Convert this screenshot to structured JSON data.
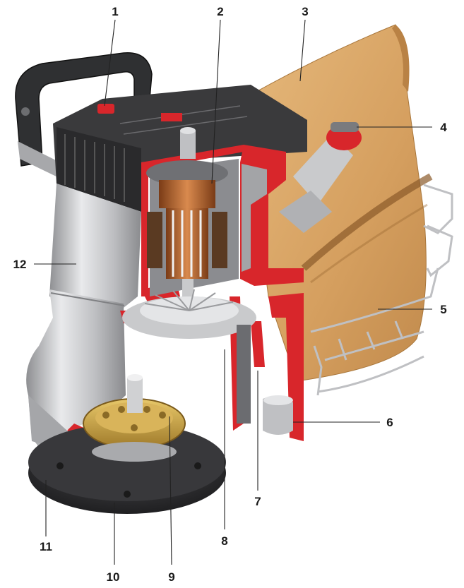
{
  "callouts": [
    {
      "label": "1"
    },
    {
      "label": "2"
    },
    {
      "label": "3"
    },
    {
      "label": "4"
    },
    {
      "label": "5"
    },
    {
      "label": "6"
    },
    {
      "label": "7"
    },
    {
      "label": "8"
    },
    {
      "label": "9"
    },
    {
      "label": "10"
    },
    {
      "label": "11"
    },
    {
      "label": "12"
    }
  ],
  "colors": {
    "housing_silver": "#c9cacc",
    "housing_dark": "#3a3a3c",
    "cutaway_red": "#d8262b",
    "bag_kraft": "#d9a86a",
    "copper": "#b8652e",
    "gear_gold": "#c9a24a",
    "plate_black": "#2b2b2d"
  },
  "icons": [
    "handle-shape",
    "motor-armature-shape",
    "dust-bag-shape",
    "grinding-plate-shape",
    "gear-shape"
  ]
}
